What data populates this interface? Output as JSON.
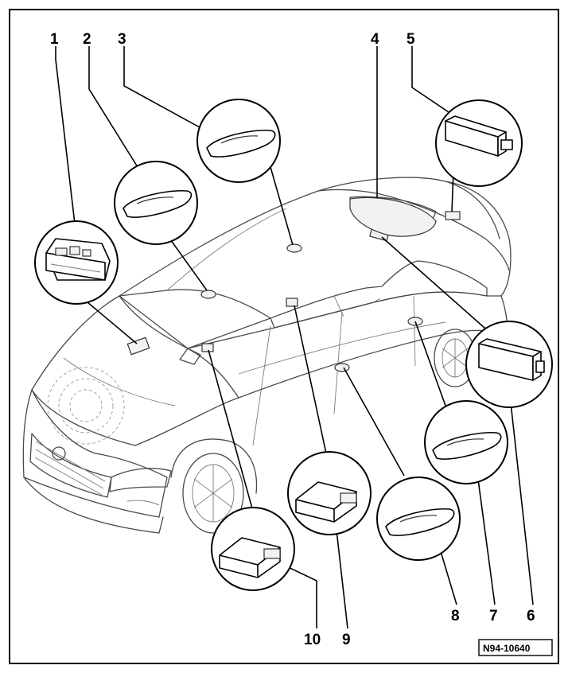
{
  "callouts": {
    "c1": "1",
    "c2": "2",
    "c3": "3",
    "c4": "4",
    "c5": "5",
    "c6": "6",
    "c7": "7",
    "c8": "8",
    "c9": "9",
    "c10": "10"
  },
  "figure_ref": "N94-10640"
}
